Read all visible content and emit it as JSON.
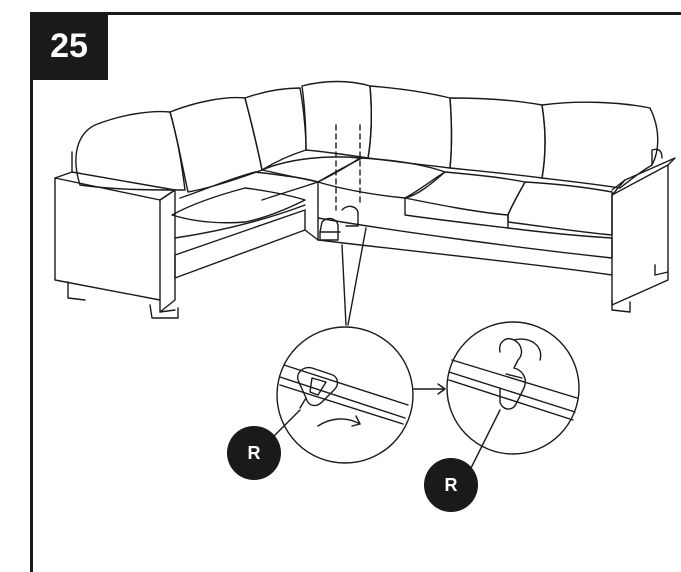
{
  "step": {
    "number": "25"
  },
  "callouts": {
    "left_part_label": "R",
    "right_part_label": "R"
  },
  "colors": {
    "ink": "#1a1a1a",
    "paper": "#ffffff"
  }
}
